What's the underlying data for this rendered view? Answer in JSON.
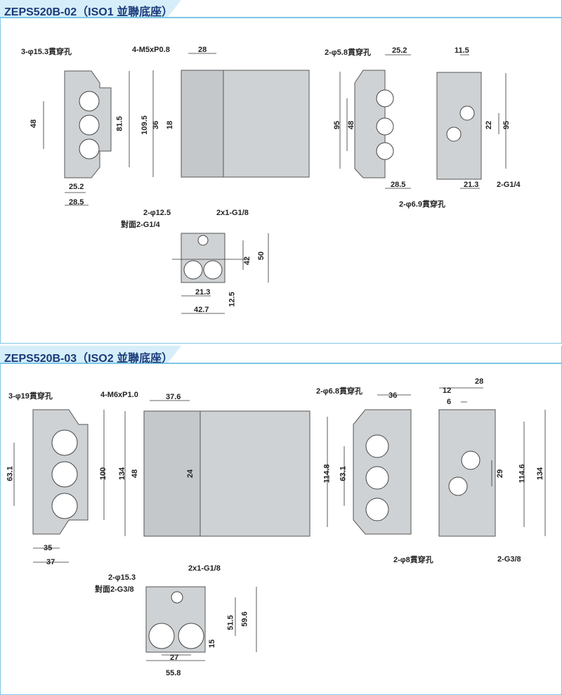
{
  "sections": [
    {
      "title": "ZEPS520B-02（ISO1 並聯底座）",
      "labels": {
        "holes_front": "3-φ15.3貫穿孔",
        "d48": "48",
        "d81_5": "81.5",
        "d25_2a": "25.2",
        "d28_5a": "28.5",
        "thread": "4-M5xP0.8",
        "d28": "28",
        "d109_5": "109.5",
        "d36": "36",
        "d18": "18",
        "holes_side": "2-φ5.8貫穿孔",
        "d25_2b": "25.2",
        "d95a": "95",
        "d48b": "48",
        "d28_5b": "28.5",
        "d11_5": "11.5",
        "d22": "22",
        "d95b": "95",
        "d21_3": "21.3",
        "port": "2-G1/4",
        "holes_back": "2-φ6.9貫穿孔",
        "top_hole1": "2-φ12.5",
        "top_hole2": "對面2-G1/4",
        "top_port": "2x1-G1/8",
        "d42": "42",
        "d50": "50",
        "d21_3b": "21.3",
        "d12_5": "12.5",
        "d42_7": "42.7"
      }
    },
    {
      "title": "ZEPS520B-03（ISO2 並聯底座）",
      "labels": {
        "holes_front": "3-φ19貫穿孔",
        "d63_1": "63.1",
        "d100": "100",
        "d35": "35",
        "d37": "37",
        "thread": "4-M6xP1.0",
        "d37_6": "37.6",
        "d134": "134",
        "d48": "48",
        "d24": "24",
        "holes_side": "2-φ6.8貫穿孔",
        "d36": "36",
        "d114_8": "114.8",
        "d63_1b": "63.1",
        "d28": "28",
        "d12": "12",
        "d6": "6",
        "d29": "29",
        "d114_6": "114.6",
        "d134b": "134",
        "holes_back": "2-φ8貫穿孔",
        "port": "2-G3/8",
        "top_hole1": "2-φ15.3",
        "top_hole2": "對面2-G3/8",
        "top_port": "2x1-G1/8",
        "d51_5": "51.5",
        "d59_6": "59.6",
        "d15": "15",
        "d27": "27",
        "d55_8": "55.8"
      }
    }
  ]
}
